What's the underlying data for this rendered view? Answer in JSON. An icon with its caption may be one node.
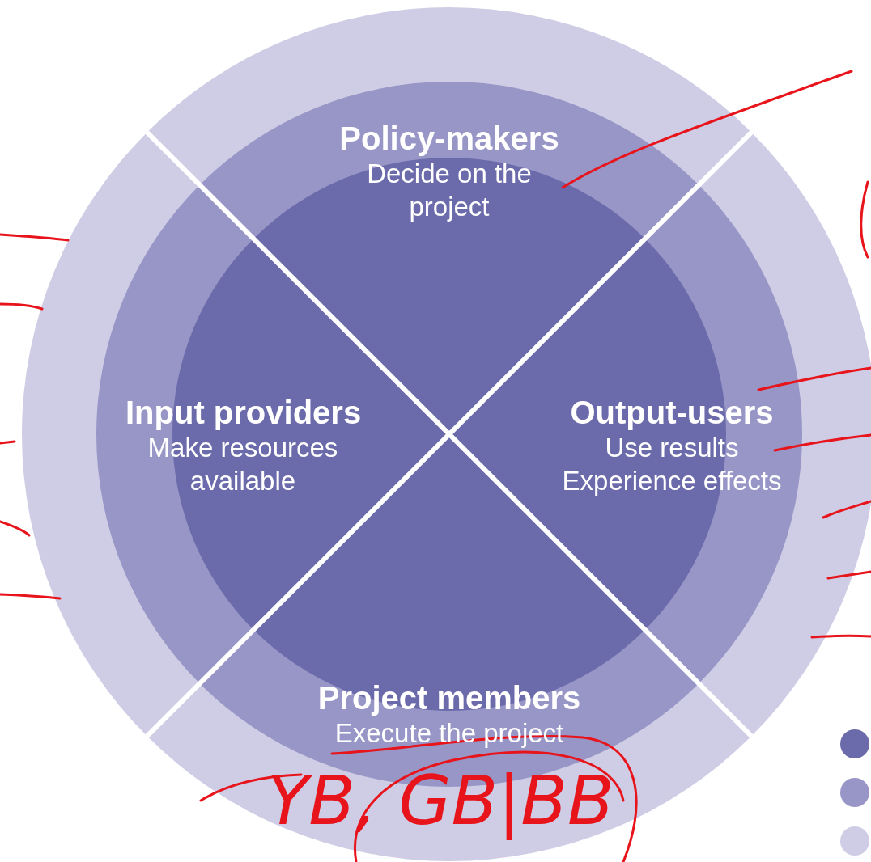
{
  "diagram": {
    "nodes": [
      {
        "text": [
          "Policy-makers",
          "Decide on the project"
        ]
      },
      {
        "text": [
          "Input providers",
          "Make resources available"
        ]
      },
      {
        "text": [
          "Output-users",
          "Use results Experience effects"
        ]
      },
      {
        "text": [
          "Project members",
          "Execute the project"
        ]
      }
    ],
    "labels": [
      "YB, GB|BB"
    ]
  }
}
